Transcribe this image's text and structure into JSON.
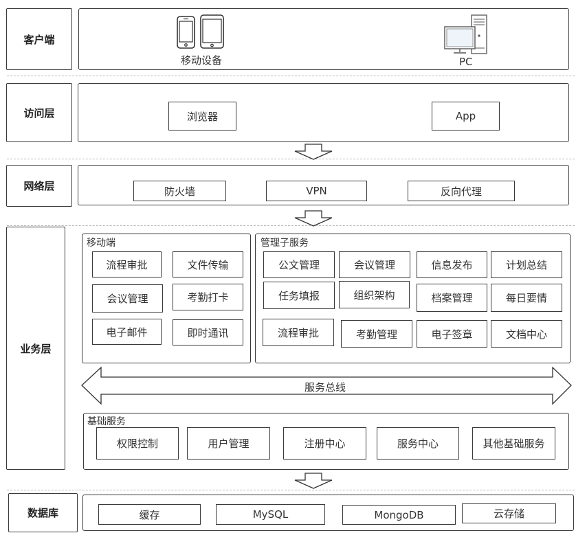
{
  "layers": {
    "client": "客户端",
    "access": "访问层",
    "network": "网络层",
    "business": "业务层",
    "database": "数据库"
  },
  "client": {
    "mobile_label": "移动设备",
    "pc_label": "PC"
  },
  "access": {
    "items": [
      "浏览器",
      "App"
    ]
  },
  "network": {
    "items": [
      "防火墙",
      "VPN",
      "反向代理"
    ]
  },
  "business": {
    "mobile_group": {
      "title": "移动端",
      "items": [
        "流程审批",
        "文件传输",
        "会议管理",
        "考勤打卡",
        "电子邮件",
        "即时通讯"
      ]
    },
    "mgmt_group": {
      "title": "管理子服务",
      "items": [
        "公文管理",
        "会议管理",
        "信息发布",
        "计划总结",
        "任务填报",
        "组织架构",
        "档案管理",
        "每日要情",
        "流程审批",
        "考勤管理",
        "电子签章",
        "文档中心"
      ]
    },
    "bus_label": "服务总线",
    "base_group": {
      "title": "基础服务",
      "items": [
        "权限控制",
        "用户管理",
        "注册中心",
        "服务中心",
        "其他基础服务"
      ]
    }
  },
  "database": {
    "items": [
      "缓存",
      "MySQL",
      "MongoDB",
      "云存储"
    ]
  },
  "icons": [
    "smartphone-icon",
    "tablet-icon",
    "desktop-pc-icon",
    "down-arrow-icon",
    "bidirectional-arrow-icon"
  ]
}
